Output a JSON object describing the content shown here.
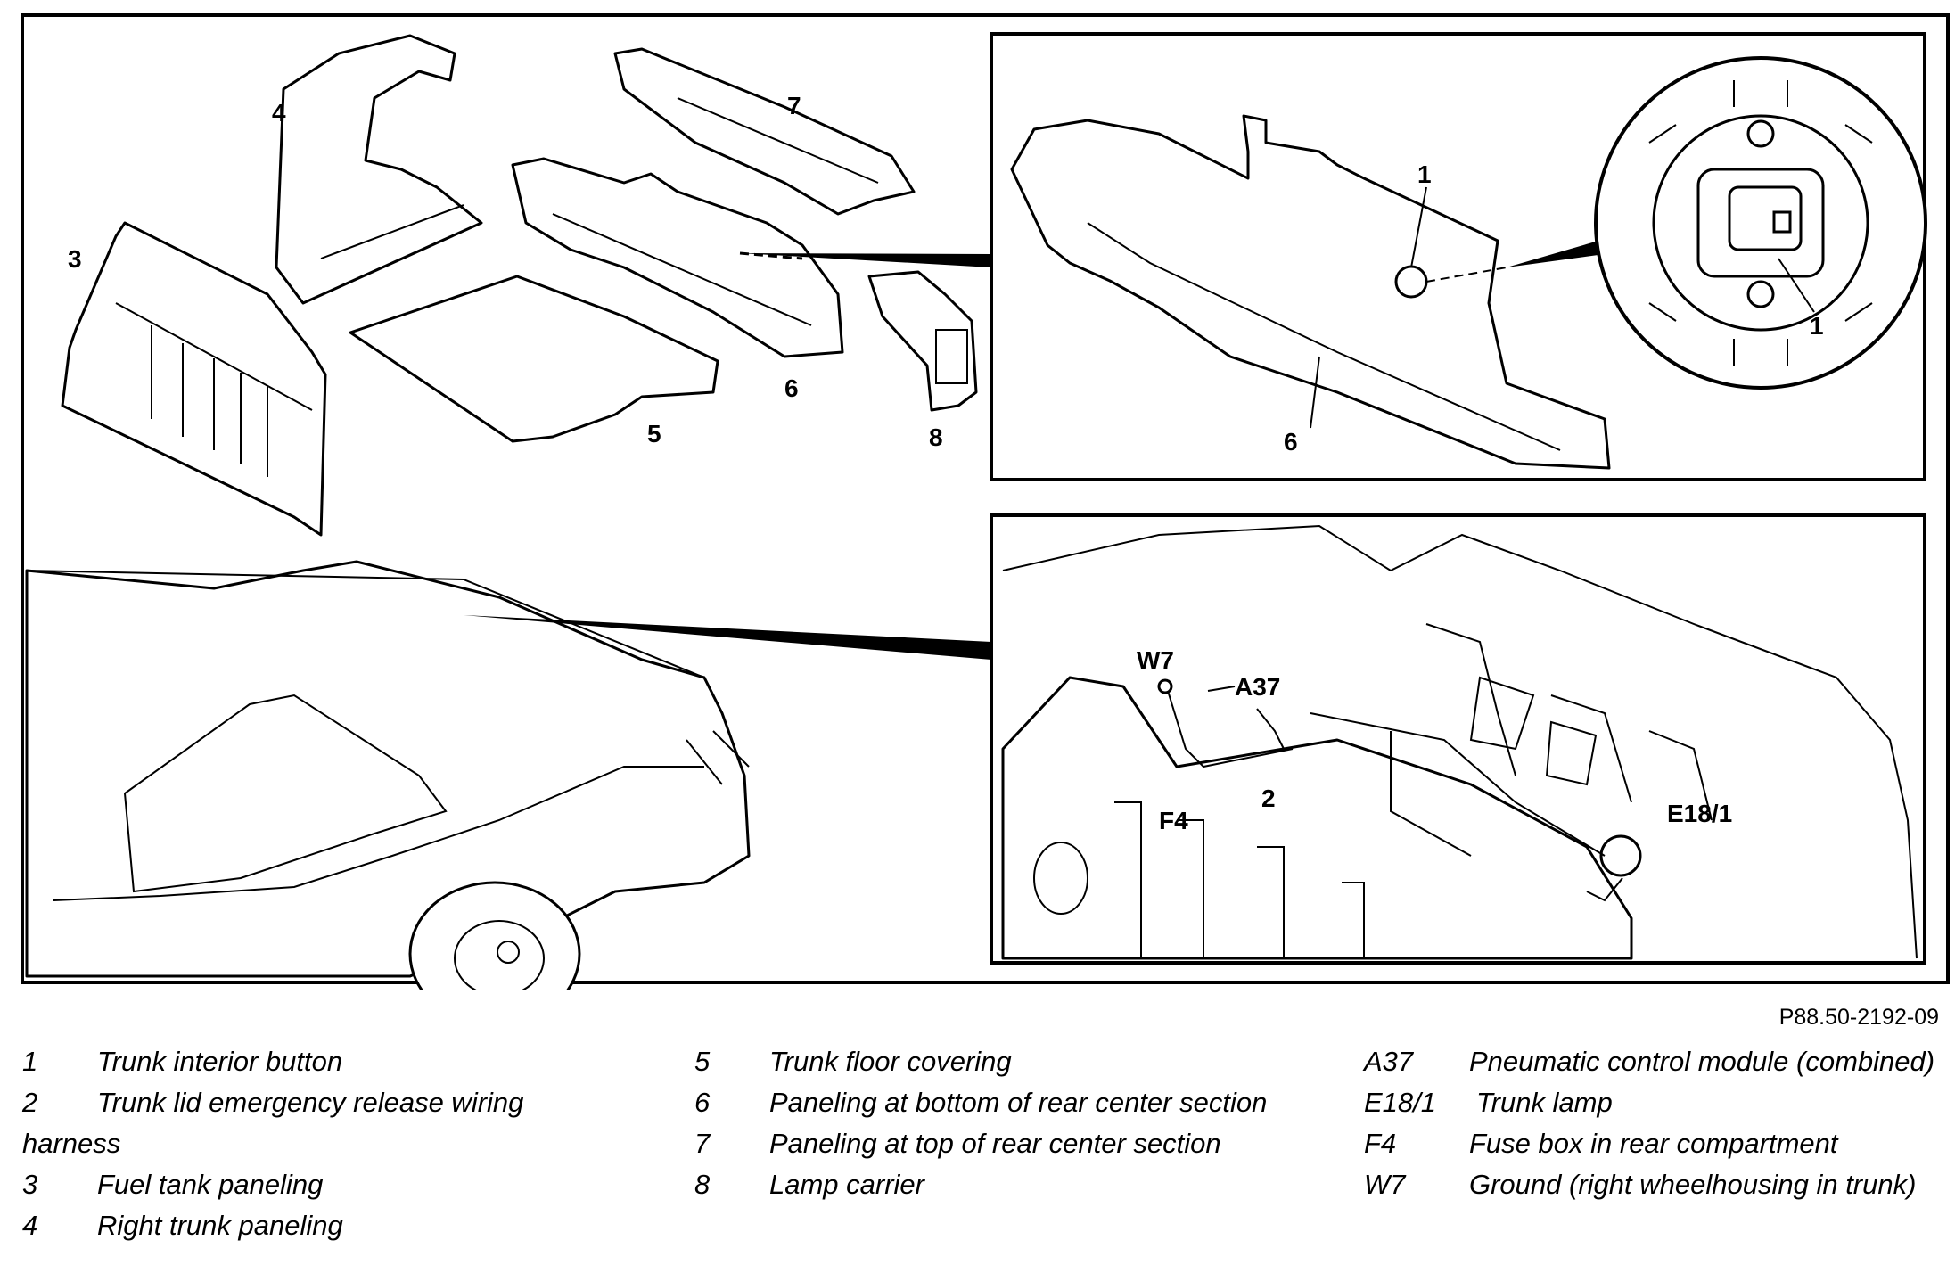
{
  "callouts": {
    "n1": "1",
    "n1b": "1",
    "n2": "2",
    "n3": "3",
    "n4": "4",
    "n5": "5",
    "n6": "6",
    "n6b": "6",
    "n7": "7",
    "n8": "8",
    "a37": "A37",
    "w7": "W7",
    "f4": "F4",
    "e18": "E18/1"
  },
  "figure_ref": "P88.50-2192-09",
  "legend": {
    "col1": [
      {
        "key": "1",
        "text": "Trunk interior button"
      },
      {
        "key": "2",
        "text": "Trunk lid emergency release wiring harness"
      },
      {
        "key": "3",
        "text": "Fuel tank paneling"
      },
      {
        "key": "4",
        "text": "Right trunk paneling"
      }
    ],
    "col2": [
      {
        "key": "5",
        "text": "Trunk floor covering"
      },
      {
        "key": "6",
        "text": "Paneling at bottom of rear center section"
      },
      {
        "key": "7",
        "text": "Paneling at top of rear center section"
      },
      {
        "key": "8",
        "text": "Lamp carrier"
      }
    ],
    "col3": [
      {
        "key": "A37",
        "text": "Pneumatic control module (combined)"
      },
      {
        "key": "E18/1",
        "text": "Trunk lamp"
      },
      {
        "key": "F4",
        "text": "Fuse box in rear compartment"
      },
      {
        "key": "W7",
        "text": "Ground (right wheelhousing in trunk)"
      }
    ]
  }
}
